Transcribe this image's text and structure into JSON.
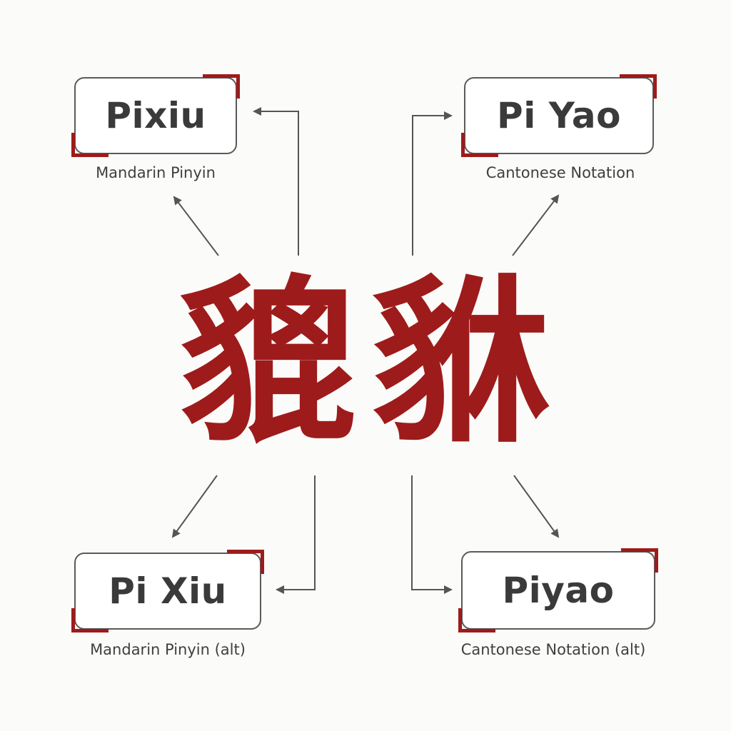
{
  "center": {
    "characters": [
      "貔",
      "貅"
    ],
    "color": "#9e1b1b"
  },
  "accent_color": "#9e1b1b",
  "line_color": "#555555",
  "terms": {
    "top_left": {
      "term": "Pixiu",
      "caption": "Mandarin Pinyin"
    },
    "top_right": {
      "term": "Pi Yao",
      "caption": "Cantonese Notation"
    },
    "bottom_left": {
      "term": "Pi Xiu",
      "caption": "Mandarin Pinyin (alt)"
    },
    "bottom_right": {
      "term": "Piyao",
      "caption": "Cantonese Notation (alt)"
    }
  }
}
